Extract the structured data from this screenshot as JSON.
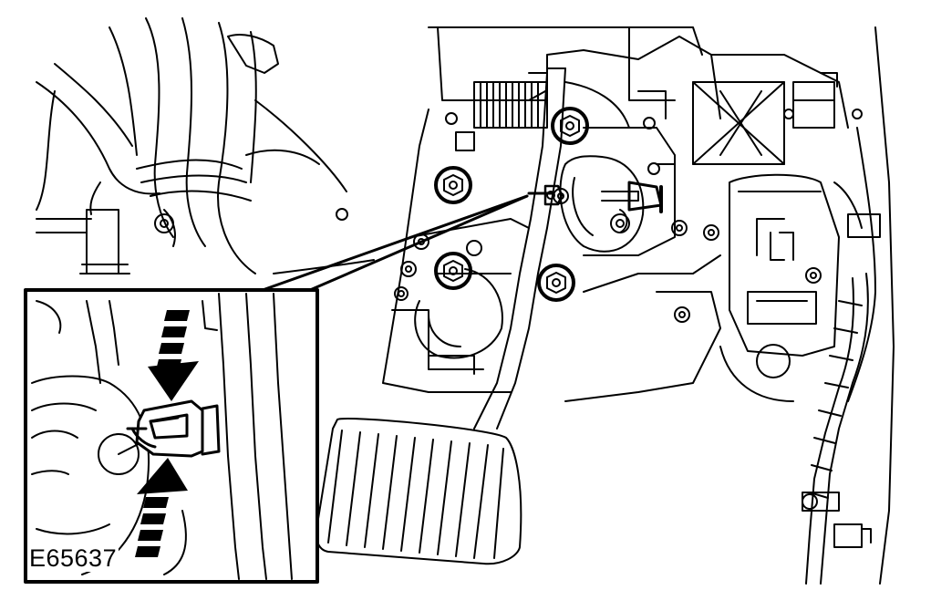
{
  "figure": {
    "id_label": "E65637",
    "colors": {
      "line": "#000000",
      "background": "#ffffff"
    },
    "callouts": [
      {
        "name": "upper-bolt",
        "highlighted": true
      },
      {
        "name": "left-bolt",
        "highlighted": true
      },
      {
        "name": "lower-left-bolt",
        "highlighted": true
      },
      {
        "name": "lower-right-bolt",
        "highlighted": true
      }
    ],
    "detail_inset": {
      "subject": "clip",
      "arrows": [
        "down-arrow-icon",
        "up-arrow-icon"
      ]
    }
  }
}
